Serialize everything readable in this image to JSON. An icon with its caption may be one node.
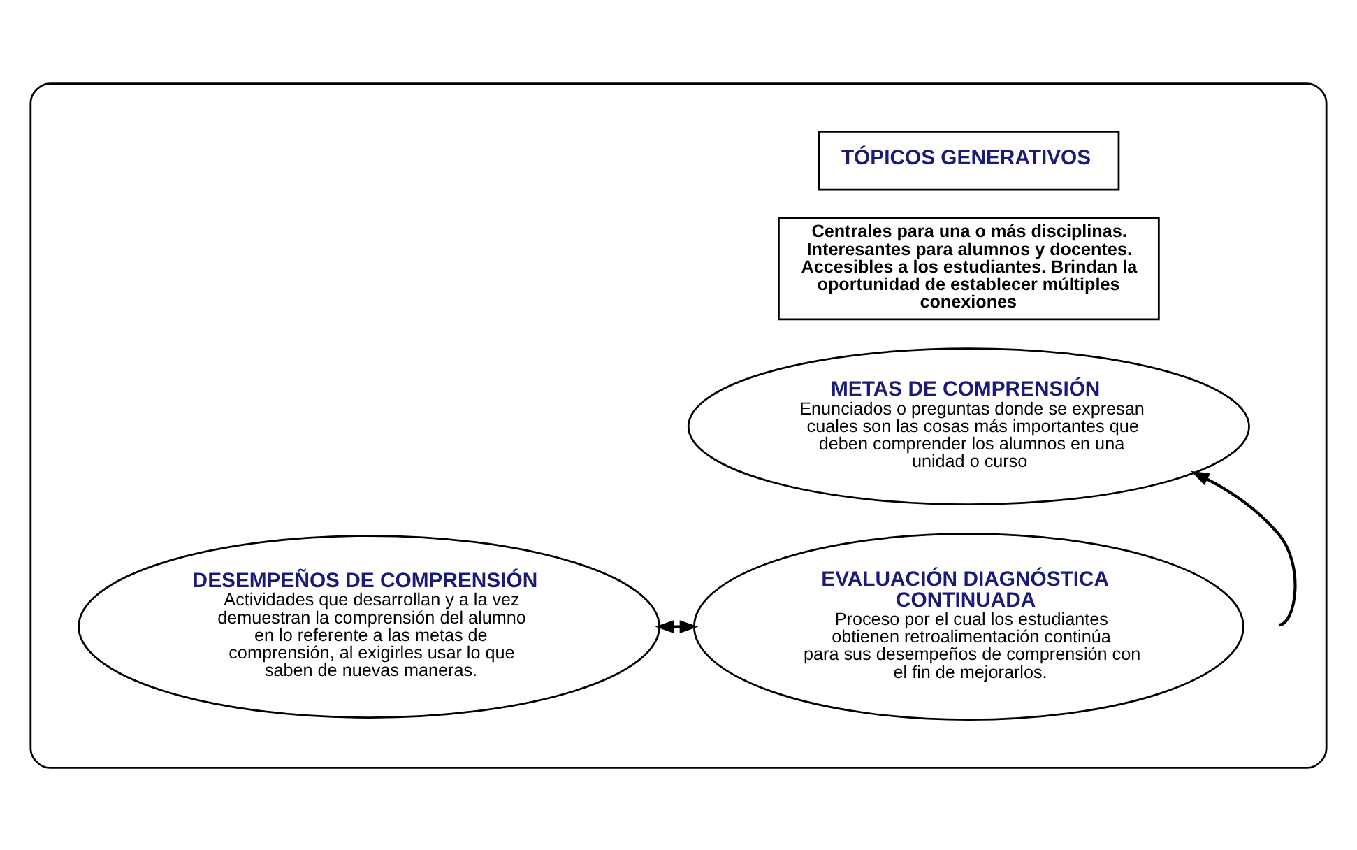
{
  "diagram": {
    "nodes": [
      {
        "text": [],
        "shape": "ellipse"
      },
      {
        "text": [
          "TÓPICOS GENERATIVOS"
        ],
        "in": 0
      },
      {
        "text": [
          "Centrales para una o más disciplinas. Interesantes para alumnos y docentes. Accesibles a los estudiantes. Brindan la oportunidad de establecer múltiples conexiones"
        ],
        "in": 0
      },
      {
        "text": [
          "METAS DE COMPRENSIÓN",
          "Enunciados o preguntas donde se expresan cuales son las cosas más importantes que deben comprender los alumnos en una unidad o curso"
        ],
        "in": 0
      },
      {
        "text": [
          "DESEMPEÑOS DE COMPRENSIÓN",
          "Actividades que desarrollan y a la vez demuestran la comprensión del alumno en lo referente a las metas de comprensión, al exigirles usar lo que saben de nuevas maneras."
        ],
        "in": 0
      },
      {
        "text": [
          "EVALUACIÓN DIAGNÓSTICA CONTINUADA",
          "Proceso por el cual los estudiantes obtienen retroalimentación continúa para sus desempeños de comprensión con el fin de mejorarlos."
        ],
        "in": 0
      }
    ],
    "edges": [
      {
        "from": null,
        "to": 3,
        "arrow": "to"
      },
      {
        "from": 4,
        "to": 5,
        "arrow": "both"
      }
    ]
  }
}
